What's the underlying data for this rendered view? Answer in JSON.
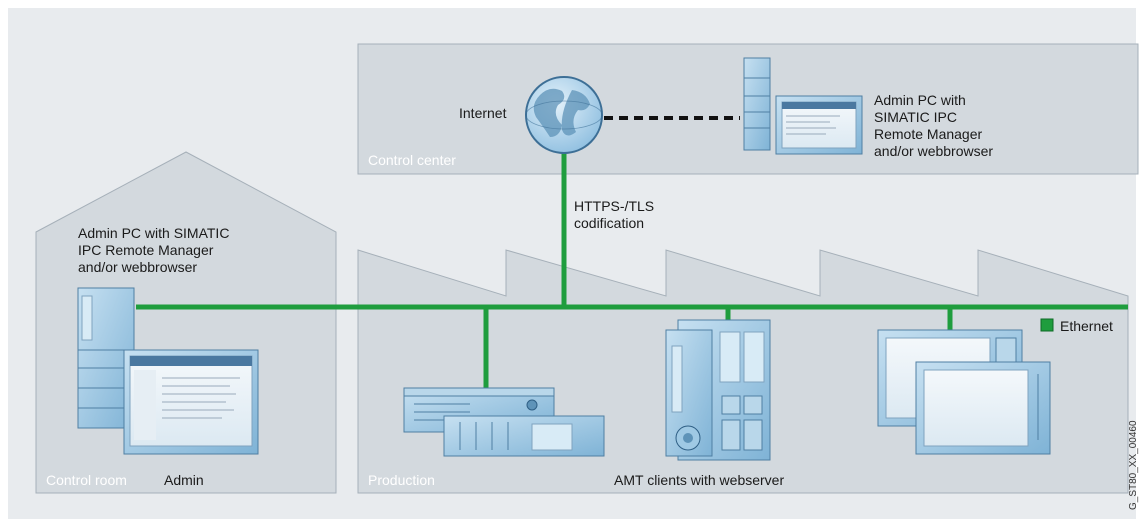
{
  "zones": {
    "control_center": "Control center",
    "control_room": "Control room",
    "production": "Production"
  },
  "labels": {
    "internet": "Internet",
    "admin_pc_top": "Admin PC with\nSIMATIC IPC\nRemote Manager\nand/or webbrowser",
    "admin_pc_left": "Admin PC with SIMATIC\nIPC Remote Manager\nand/or webbrowser",
    "https": "HTTPS-/TLS\ncodification",
    "ethernet": "Ethernet",
    "admin": "Admin",
    "amt_clients": "AMT clients with webserver",
    "figure_id": "G_ST80_XX_00460"
  },
  "colors": {
    "background": "#ffffff",
    "zone_fill": "#d3d9de",
    "zone_stroke": "#a6b0b9",
    "ethernet_green": "#1f9d3e",
    "device_blue": "#9fc9e4",
    "device_dark": "#5e93b8"
  },
  "icons": [
    "globe-icon",
    "server-tower-icon",
    "monitor-icon",
    "rack-server-icon",
    "plc-icon",
    "panel-pc-icon",
    "ethernet-legend-icon"
  ]
}
